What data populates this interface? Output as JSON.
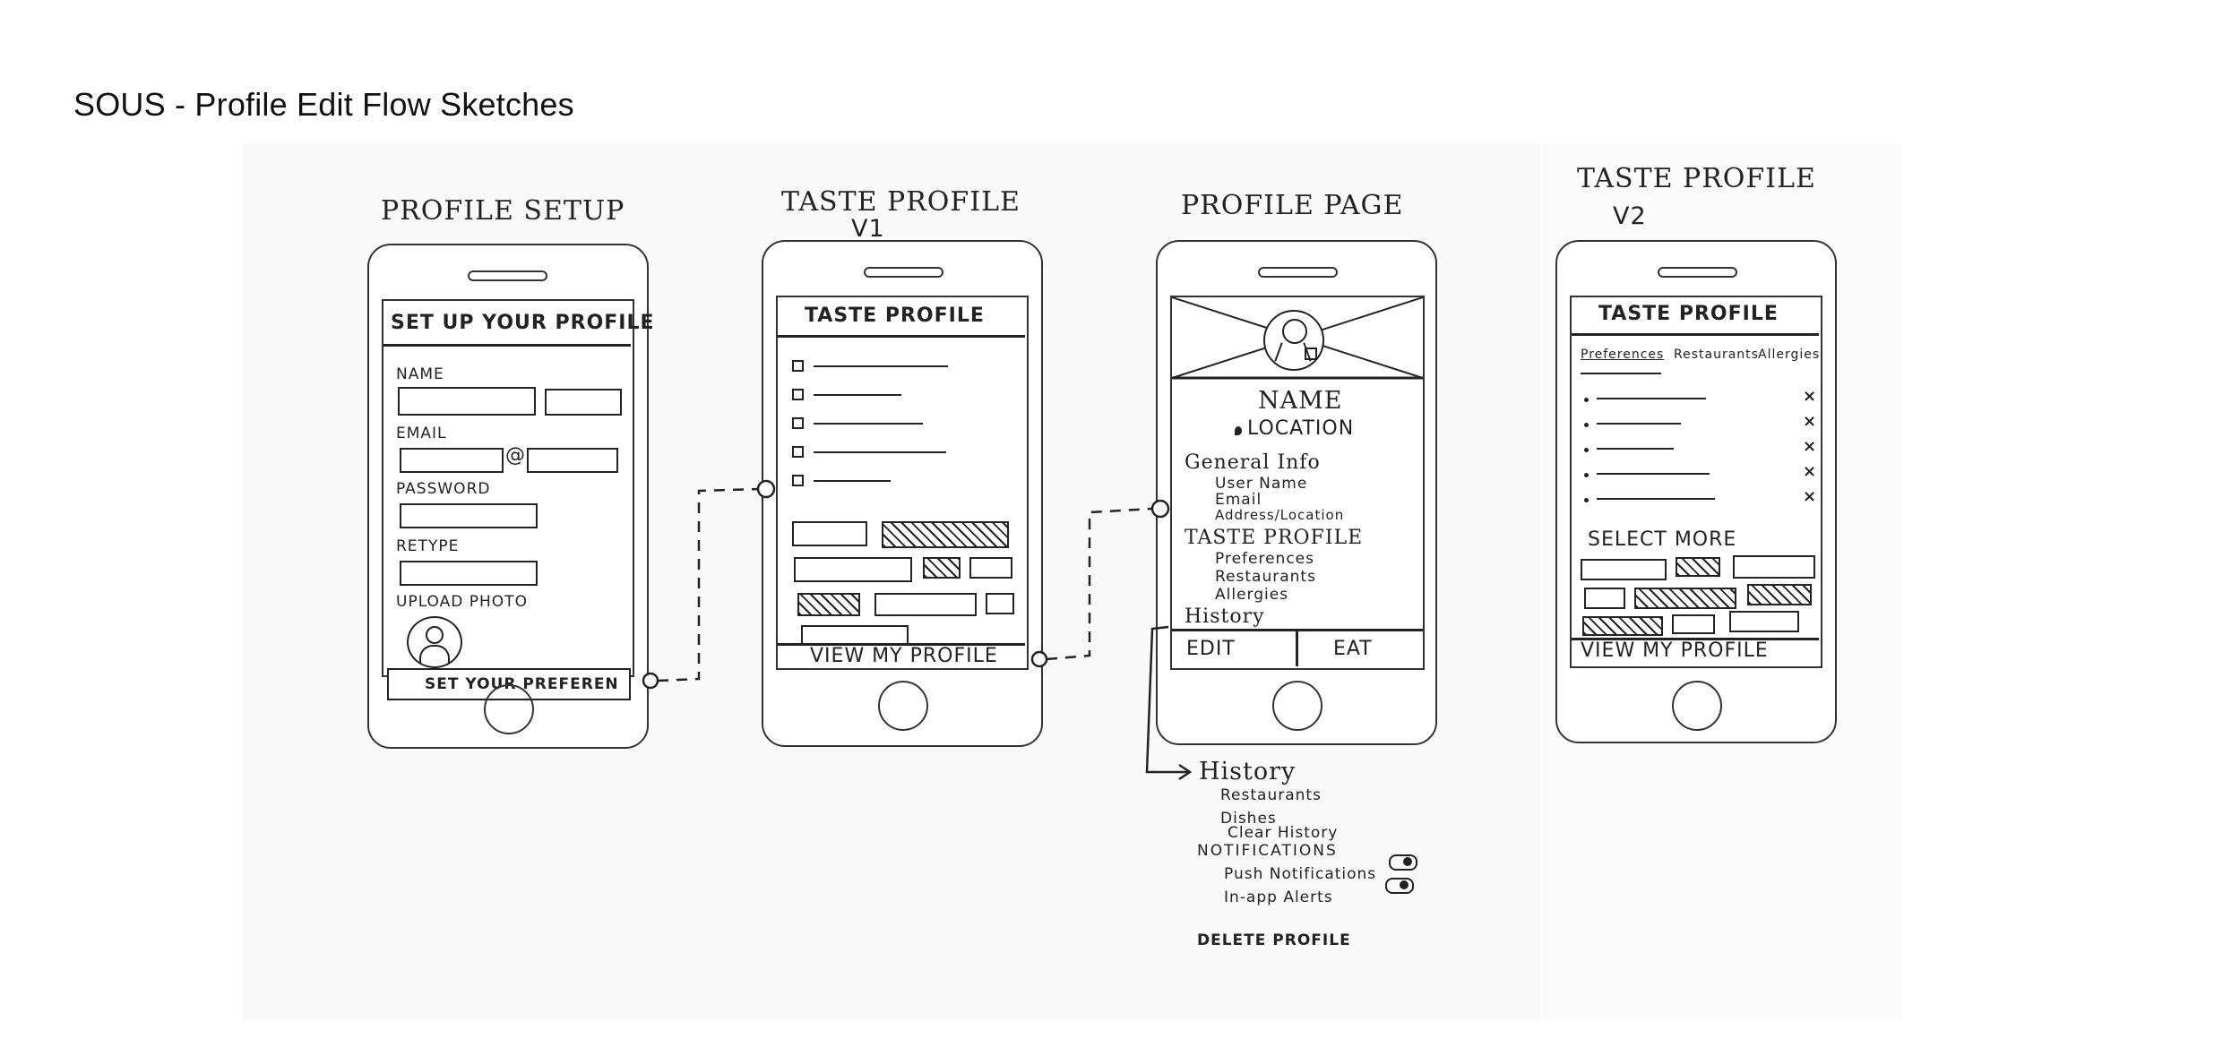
{
  "document_title": "SOUS - Profile Edit Flow Sketches",
  "screens": [
    {
      "heading": "Profile Setup",
      "screen_title": "SET UP YOUR PROFILE",
      "fields": [
        "NAME",
        "EMAIL",
        "PASSWORD",
        "RETYPE",
        "UPLOAD PHOTO"
      ],
      "at_symbol": "@",
      "button": "SET YOUR PREFEREN"
    },
    {
      "heading": "Taste Profile",
      "subheading": "V1",
      "screen_title": "TASTE PROFILE",
      "button": "VIEW MY PROFILE"
    },
    {
      "heading": "Profile Page",
      "name": "NAME",
      "location": "LOCATION",
      "sections": [
        {
          "title": "General Info",
          "items": [
            "User Name",
            "Email",
            "Address/Location"
          ]
        },
        {
          "title": "TASTE PROFILE",
          "items": [
            "Preferences",
            "Restaurants",
            "Allergies"
          ]
        }
      ],
      "history": "History",
      "buttons": [
        "EDIT",
        "EAT"
      ]
    },
    {
      "heading": "Taste Profile",
      "subheading": "V2",
      "screen_title": "TASTE PROFILE",
      "tabs": [
        "Preferences",
        "Restaurants",
        "Allergies"
      ],
      "select_more": "SELECT MORE",
      "button": "VIEW MY PROFILE"
    }
  ],
  "expanded_menu": {
    "history": "History",
    "history_items": [
      "Restaurants",
      "Dishes",
      "Clear History"
    ],
    "notifications": "NOTIFICATIONS",
    "notification_items": [
      "Push Notifications",
      "In-app Alerts"
    ],
    "delete": "DELETE PROFILE"
  }
}
